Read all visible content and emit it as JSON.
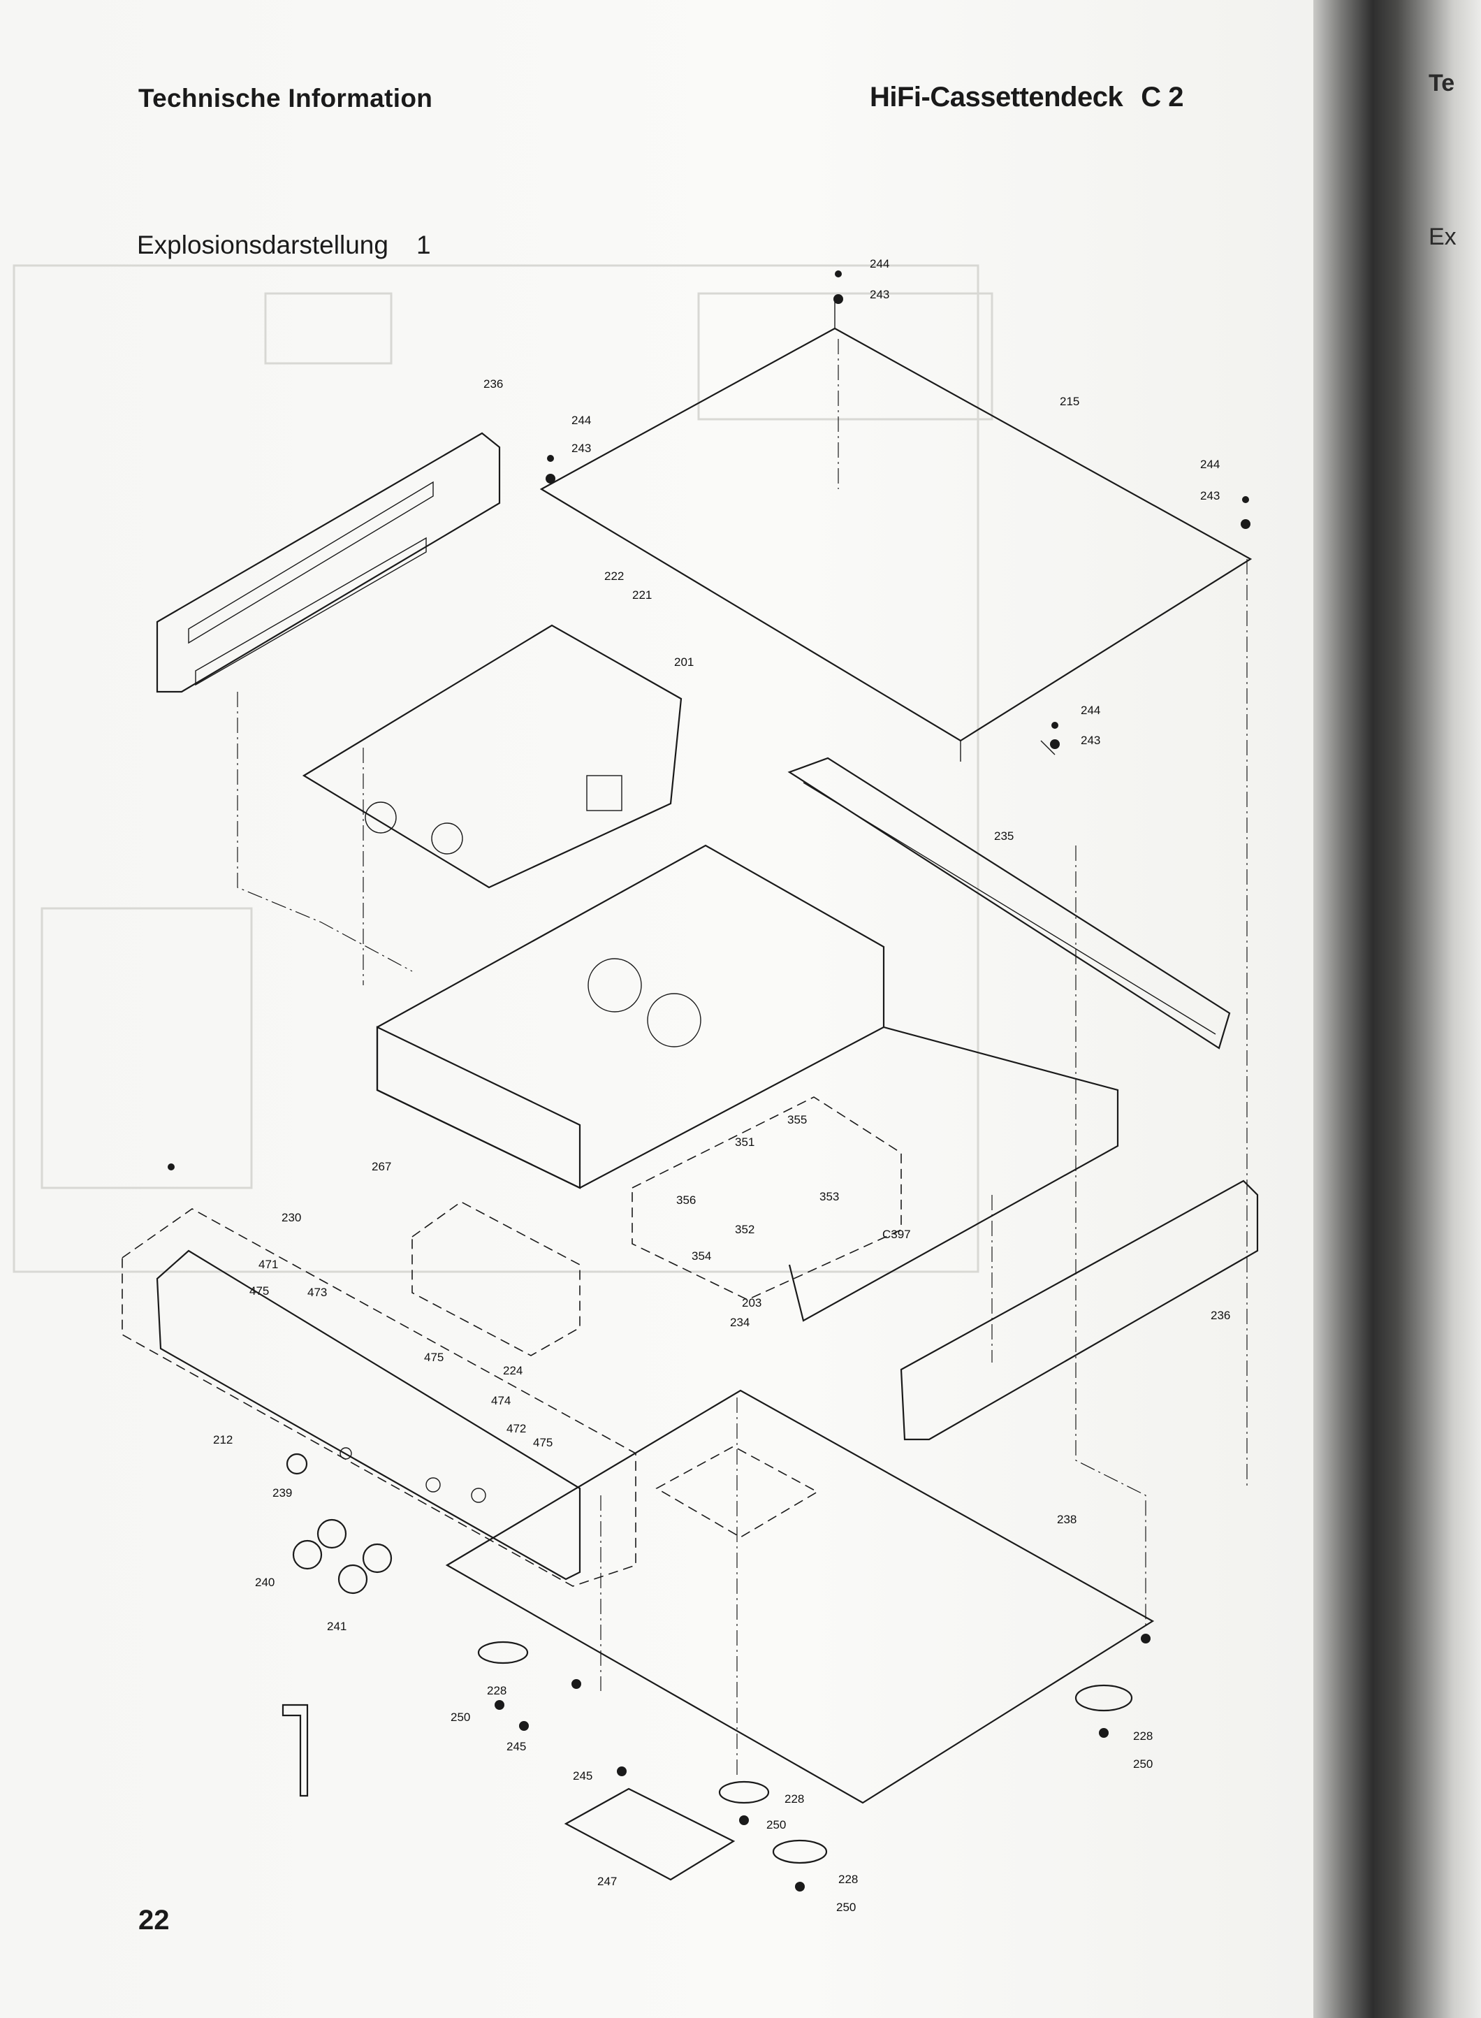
{
  "header": {
    "left_title": "Technische Information",
    "right_title": "HiFi-Cassettendeck",
    "model": "C 2"
  },
  "subtitle": {
    "text": "Explosionsdarstellung",
    "number": "1"
  },
  "page_number": "22",
  "adjacent_page": {
    "title_fragment": "Te",
    "subtitle_fragment": "Ex"
  },
  "part_labels": {
    "p244a": "244",
    "p243a": "243",
    "p236a": "236",
    "p244b": "244",
    "p243b": "243",
    "p215": "215",
    "p244c": "244",
    "p243c": "243",
    "p222": "222",
    "p221": "221",
    "p201": "201",
    "p244d": "244",
    "p243d": "243",
    "p235": "235",
    "p267": "267",
    "p230": "230",
    "p471": "471",
    "p475a": "475",
    "p473": "473",
    "p355": "355",
    "p351": "351",
    "p356": "356",
    "p353": "353",
    "p352": "352",
    "p354": "354",
    "pC397": "C397",
    "p203": "203",
    "p234": "234",
    "p224": "224",
    "p475b": "475",
    "p474": "474",
    "p472": "472",
    "p475c": "475",
    "p212": "212",
    "p239": "239",
    "p240": "240",
    "p241": "241",
    "p236b": "236",
    "p238": "238",
    "p228a": "228",
    "p250a": "250",
    "p245a": "245",
    "p245b": "245",
    "p228b": "228",
    "p250b": "250",
    "p228c": "228",
    "p250c": "250",
    "p228d": "228",
    "p250d": "250",
    "p247": "247"
  }
}
